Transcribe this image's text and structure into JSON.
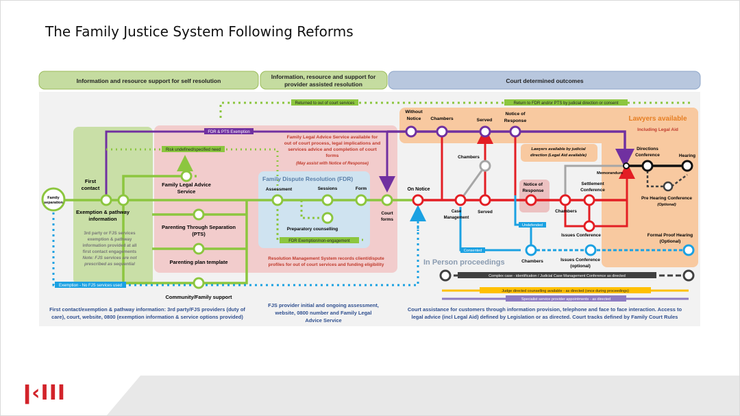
{
  "slide": {
    "title": "The Family Justice System Following Reforms",
    "logo": "ǀ‹III"
  },
  "headers": {
    "self": "Information and resource support for self resolution",
    "provider1": "Information, resource and support for",
    "provider2": "provider assisted resolution",
    "court": "Court determined outcomes"
  },
  "labels": {
    "family1": "Family",
    "family2": "separation",
    "first1": "First",
    "first2": "contact",
    "exemption1": "Exemption & pathway",
    "exemption2": "information",
    "note1": "3rd party or FJS services",
    "note2": "exemption & pathway",
    "note3": "information provided at all",
    "note4": "first contact engagements",
    "note5": "Note: FJS services are not",
    "note6": "prescribed as sequential",
    "flas1": "Family Legal Advice",
    "flas2": "Service",
    "pts1": "Parenting Through Separation",
    "pts2": "(PTS)",
    "ppt": "Parenting plan template",
    "community": "Community/Family support",
    "fdrPts": "FDR & PTS Exemption",
    "risk": "Risk undefined/specified need",
    "returned": "Returned to out of court services",
    "returnFdr": "Return to FDR and/or PTS by judicial direction or consent",
    "flasBox1": "Family Legal Advice Service available for",
    "flasBox2": "out of court process, legal implications and",
    "flasBox3": "services advice and completion of court",
    "flasBox4": "forms",
    "flasBox5": "(May assist with Notice of Response)",
    "fdrTitle": "Family Dispute Resolution (FDR)",
    "assessment": "Assessment",
    "sessions": "Sessions",
    "form": "Form",
    "prep": "Preparatory counselling",
    "fdrExempt": "FDR Exemption/non-engagement",
    "courtForms1": "Court",
    "courtForms2": "forms",
    "rms1": "Resolution Management System records client/dispute",
    "rms2": "profiles for out of court services and funding eligibility",
    "without1": "Without",
    "without2": "Notice",
    "chambersTop": "Chambers",
    "served": "Served",
    "nor1": "Notice of",
    "nor2": "Response",
    "lawyers": "Lawyers available",
    "legalAid": "Including Legal Aid",
    "lawyersJud1": "Lawyers available by judicial",
    "lawyersJud2": "direction (Legal Aid available)",
    "chambersMid": "Chambers",
    "onNotice": "On Notice",
    "caseMgmt1": "Case",
    "caseMgmt2": "Management",
    "servedMid": "Served",
    "norMid1": "Notice of",
    "norMid2": "Response",
    "chambersRight": "Chambers",
    "settle1": "Settlement",
    "settle2": "Conference",
    "directions1": "Directions",
    "directions2": "Conference",
    "hearing": "Hearing",
    "memorandum": "Memorandum",
    "phc1": "Pre Hearing Conference",
    "phc2": "(Optional)",
    "undefended": "Undefended",
    "issues": "Issues Conference",
    "formal1": "Formal Proof Hearing",
    "formal2": "(Optional)",
    "consented": "Consented",
    "inPerson": "In Person proceedings",
    "chambersLow": "Chambers",
    "issuesOpt1": "Issues Conference",
    "issuesOpt2": "(optional)",
    "exemptNoFjs": "Exemption - No FJS services used",
    "complex": "Complex case - identification / Judicial Case Management Conference as directed",
    "judge": "Judge directed counselling available - as directed (once during proceedings)",
    "specialist": "Specialist service provider appointments - as directed"
  },
  "footnotes": {
    "left1": "First contact/exemption & pathway information: 3rd party/FJS providers (duty of",
    "left2": "care), court, website, 0800 (exemption information & service options provided)",
    "mid1": "FJS provider initial and ongoing assessment,",
    "mid2": "website, 0800 number and Family Legal",
    "mid3": "Advice Service",
    "right1": "Court assistance for customers through information provision, telephone and face to face interaction. Access to",
    "right2": "legal advice (incl Legal Aid) defined by Legislation or as directed. Court tracks defined by Family Court Rules"
  },
  "colors": {
    "green": "#8cc63f",
    "purple": "#7030a0",
    "red": "#e31e24",
    "blue": "#1ba1e2",
    "grey": "#a6a6a6",
    "dark": "#404040",
    "yellow": "#ffc000",
    "lavender": "#8e7cc3"
  }
}
